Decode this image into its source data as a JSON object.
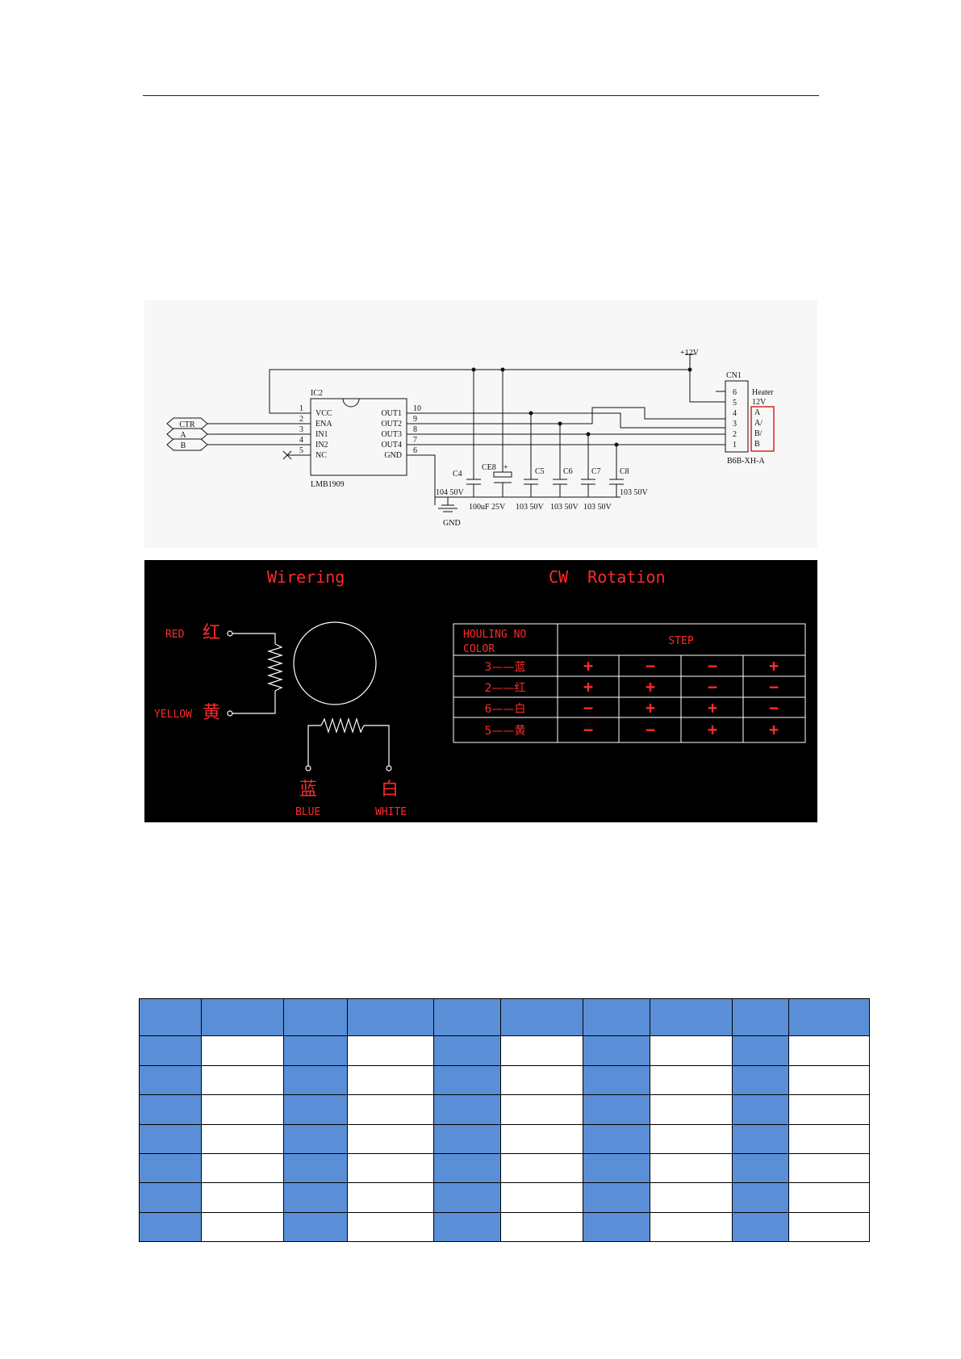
{
  "schematic": {
    "ic": {
      "ref": "IC2",
      "part": "LMB1909",
      "pins_left": [
        {
          "num": "1",
          "name": "VCC"
        },
        {
          "num": "2",
          "name": "ENA"
        },
        {
          "num": "3",
          "name": "IN1"
        },
        {
          "num": "4",
          "name": "IN2"
        },
        {
          "num": "5",
          "name": "NC"
        }
      ],
      "pins_right": [
        {
          "num": "10",
          "name": "OUT1"
        },
        {
          "num": "9",
          "name": "OUT2"
        },
        {
          "num": "8",
          "name": "OUT3"
        },
        {
          "num": "7",
          "name": "OUT4"
        },
        {
          "num": "6",
          "name": "GND"
        }
      ]
    },
    "inputs": [
      "CTR",
      "A",
      "B"
    ],
    "supply": "+12V",
    "ground": "GND",
    "capacitors": [
      {
        "ref": "C4",
        "value": "104 50V"
      },
      {
        "ref": "CE8",
        "value": "100uF 25V"
      },
      {
        "ref": "C5",
        "value": "103 50V"
      },
      {
        "ref": "C6",
        "value": "103 50V"
      },
      {
        "ref": "C7",
        "value": "103 50V"
      },
      {
        "ref": "C8",
        "value": "103 50V"
      }
    ],
    "polarity_mark": "+",
    "connector": {
      "ref": "CN1",
      "part": "B6B-XH-A",
      "pins": [
        "6",
        "5",
        "4",
        "3",
        "2",
        "1"
      ],
      "labels": [
        "Heater",
        "12V",
        "A",
        "A/",
        "B/",
        "B"
      ],
      "highlight_color": "#e0302b"
    }
  },
  "wiring": {
    "title_left": "Wirering",
    "title_right": "CW  Rotation",
    "coil_wires": [
      {
        "en": "RED",
        "cn": "红"
      },
      {
        "en": "YELLOW",
        "cn": "黄"
      },
      {
        "en": "BLUE",
        "cn": "蓝"
      },
      {
        "en": "WHITE",
        "cn": "白"
      }
    ],
    "table": {
      "header_line1": "HOULING NO",
      "header_line2": "COLOR",
      "step_header": "STEP",
      "rows": [
        {
          "label": "3——蓝",
          "steps": [
            "+",
            "−",
            "−",
            "+"
          ]
        },
        {
          "label": "2——红",
          "steps": [
            "+",
            "+",
            "−",
            "−"
          ]
        },
        {
          "label": "6——白",
          "steps": [
            "−",
            "+",
            "+",
            "−"
          ]
        },
        {
          "label": "5——黄",
          "steps": [
            "−",
            "−",
            "+",
            "+"
          ]
        }
      ]
    },
    "text_color": "#ff2a2a"
  },
  "grid_table": {
    "column_colors": [
      "blue",
      "white",
      "blue",
      "white",
      "blue",
      "white",
      "blue",
      "white",
      "blue",
      "white"
    ],
    "header_color": "#5a8fd8",
    "body_rows": 7
  }
}
